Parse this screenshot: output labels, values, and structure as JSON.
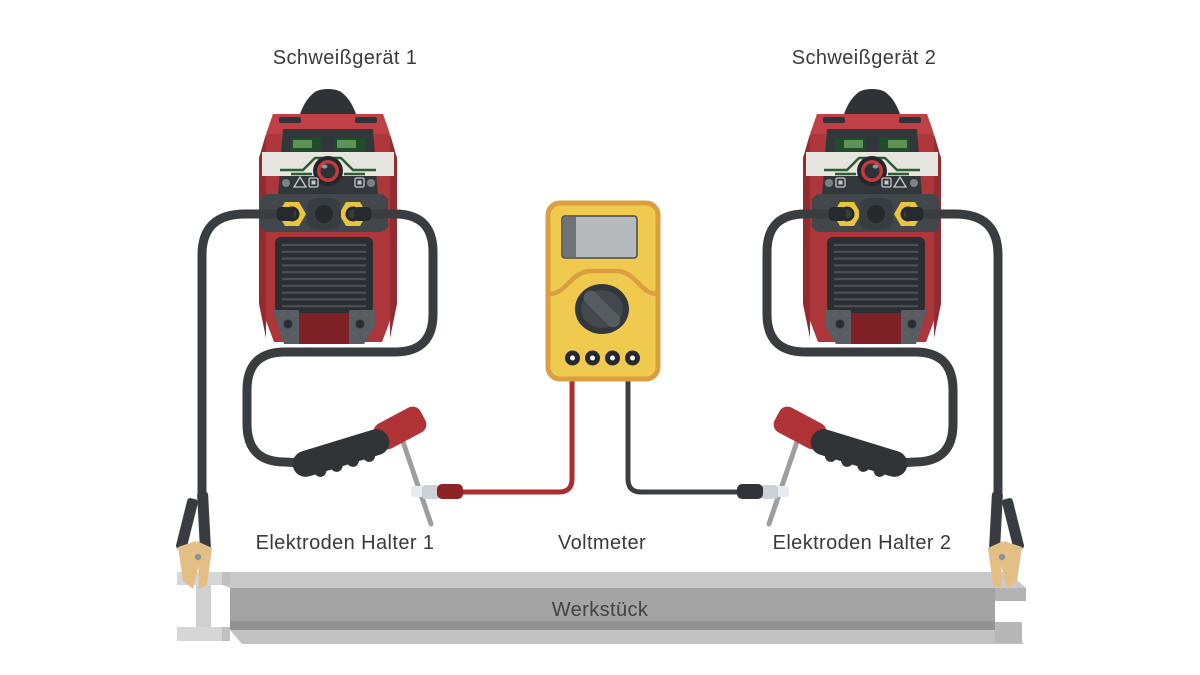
{
  "diagram": {
    "title_context": "Voltage measurement between two welding machine electrode holders",
    "labels": {
      "machine1": "Schweißgerät 1",
      "machine2": "Schweißgerät 2",
      "holder1": "Elektroden Halter 1",
      "holder2": "Elektroden Halter 2",
      "voltmeter": "Voltmeter",
      "workpiece": "Werkstück"
    },
    "colors": {
      "machine_red": "#ad363b",
      "machine_red_dark": "#922c31",
      "machine_panel_dark": "#32373b",
      "display_green": "#224b2c",
      "band_light": "#e6e5e0",
      "socket_yellow": "#e9c53e",
      "cable_dark": "#3a3d40",
      "voltmeter_yellow": "#efca4f",
      "voltmeter_orange": "#db9e41",
      "probe_red": "#a92d31",
      "probe_black": "#3b3f43",
      "clamp_tan": "#e3bf85",
      "workpiece_gray": "#a4a4a4",
      "label_text": "#3a3a3a"
    }
  }
}
